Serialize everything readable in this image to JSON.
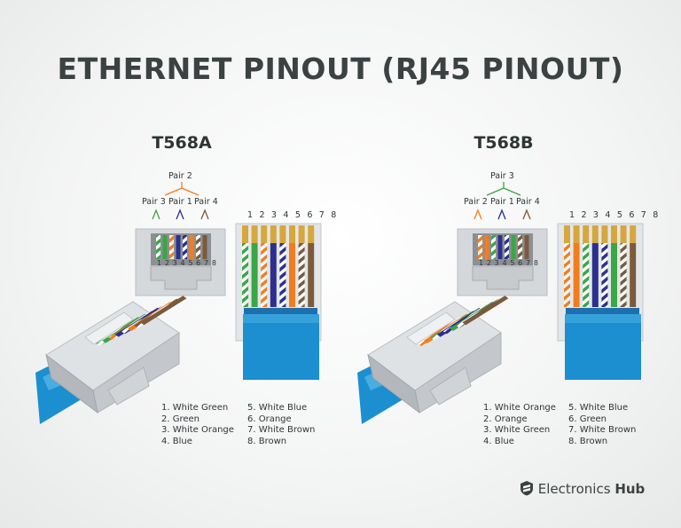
{
  "title": "ETHERNET PINOUT (RJ45 PINOUT)",
  "colors": {
    "green": "#3aa645",
    "orange": "#f27d1e",
    "blue": "#2b2f8f",
    "brown": "#7b5a3c",
    "cable": "#1b8fd0",
    "connector": "#d8dcdf",
    "text": "#2f3435"
  },
  "standards": [
    {
      "name": "T568A",
      "pair_top": "Pair 2",
      "pair_labels": [
        "Pair 3",
        "Pair 1",
        "Pair 4"
      ],
      "pin_numbers": "1 2 3 4 5 6 7 8",
      "jack_pin_numbers": "1 2 3 4 5 6 7 8",
      "wires": [
        "1. White Green",
        "2. Green",
        "3. White Orange",
        "4. Blue",
        "5. White Blue",
        "6. Orange",
        "7. White Brown",
        "8. Brown"
      ]
    },
    {
      "name": "T568B",
      "pair_top": "Pair 3",
      "pair_labels": [
        "Pair 2",
        "Pair 1",
        "Pair 4"
      ],
      "pin_numbers": "1 2 3 4 5 6 7 8",
      "jack_pin_numbers": "1 2 3 4 5 6 7 8",
      "wires": [
        "1. White Orange",
        "2. Orange",
        "3. White Green",
        "4. Blue",
        "5. White Blue",
        "6. Green",
        "7. White Brown",
        "8. Brown"
      ]
    }
  ],
  "brand": {
    "icon": "electronics-hub-logo-icon",
    "prefix": "Electronics",
    "suffix": "Hub"
  }
}
